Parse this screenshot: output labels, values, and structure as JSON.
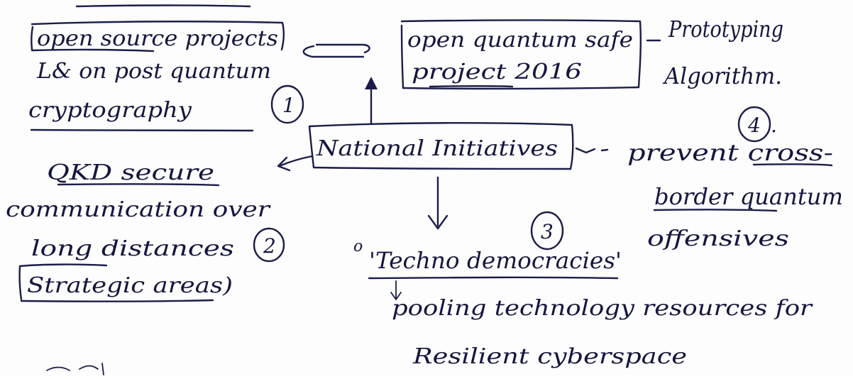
{
  "notes": {
    "open_source": {
      "title": "open source projects",
      "line2": "L& on post quantum",
      "line3": "cryptography"
    },
    "badges": {
      "one": "1",
      "two": "2",
      "three": "3",
      "four": "4",
      "four_dot": "."
    },
    "open_quantum": {
      "line1": "open quantum safe",
      "line2": "project 2016"
    },
    "prototyping": {
      "line1": "Prototyping",
      "line2": "Algorithm."
    },
    "central": {
      "label": "National Initiatives"
    },
    "qkd": {
      "line1": "QKD secure",
      "line2": "communication over",
      "line3": "long distances",
      "boxed": "Strategic areas)"
    },
    "prevent": {
      "line1": "prevent cross-",
      "line2": "border quantum",
      "line3": "offensives"
    },
    "techno": {
      "title": "'Techno democracies'",
      "line1": "pooling technology resources for",
      "line2": "Resilient cyberspace"
    },
    "stray": {
      "mark": "o"
    }
  },
  "colors": {
    "paper": "#fdfdfd",
    "ink": "#15163f"
  }
}
